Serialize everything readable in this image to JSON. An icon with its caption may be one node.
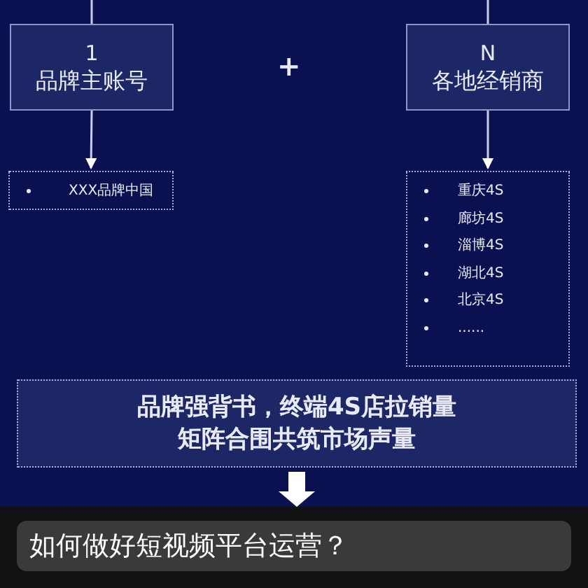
{
  "diagram": {
    "caption": "如何做好短视频平台运营？",
    "nodes": [
      {
        "text": [
          "1",
          "品牌主账号"
        ]
      },
      {
        "text": [
          "N",
          "各地经销商"
        ]
      },
      {
        "text": [
          "XXX品牌中国"
        ]
      },
      {
        "text": [
          "重庆4S",
          "廊坊4S",
          "淄博4S",
          "湖北4S",
          "北京4S",
          "......"
        ]
      },
      {
        "text": [
          "品牌强背书，终端4S店拉销量",
          "矩阵合围共筑市场声量"
        ]
      }
    ],
    "edges": [
      {
        "from": null,
        "to": 0,
        "arrow": "none"
      },
      {
        "from": null,
        "to": 1,
        "arrow": "none"
      },
      {
        "from": 0,
        "to": 2,
        "arrow": "to"
      },
      {
        "from": 1,
        "to": 3,
        "arrow": "to"
      },
      {
        "from": 4,
        "to": null,
        "arrow": "to",
        "style": "thick"
      }
    ],
    "labels": [
      "+"
    ]
  }
}
